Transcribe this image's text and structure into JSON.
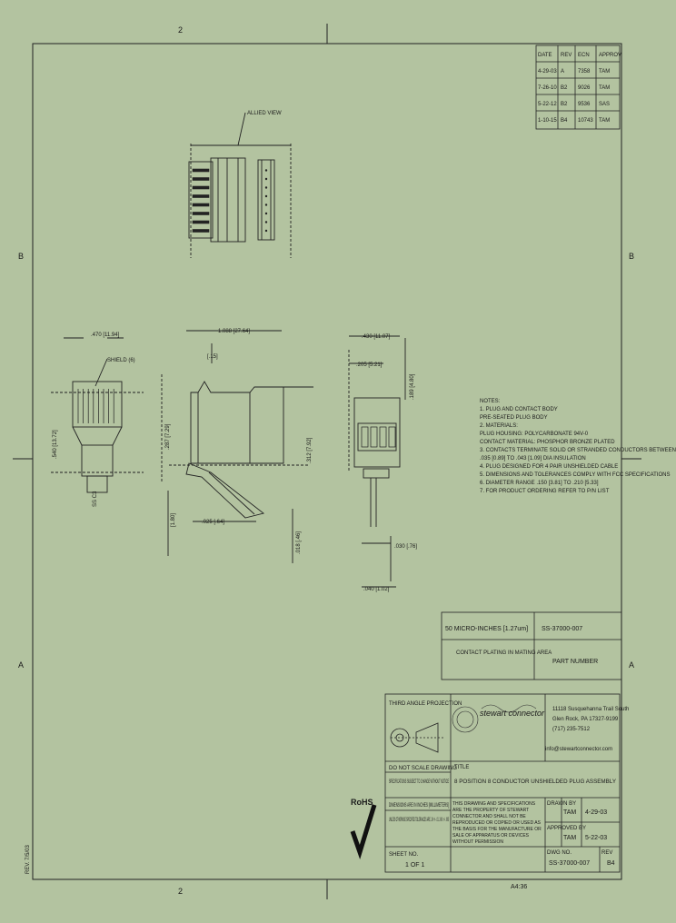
{
  "frame": {
    "zone_top": "2",
    "zone_bottom": "2",
    "zone_left_upper": "B",
    "zone_left_lower": "A",
    "zone_right_upper": "B",
    "zone_right_lower": "A",
    "side_stamp": "REV. 7/5/03"
  },
  "revision_table": {
    "headers": [
      "DATE",
      "REV",
      "ECN",
      "APPROV"
    ],
    "rows": [
      [
        "4-29-03",
        "A",
        "7358",
        "TAM"
      ],
      [
        "7-26-10",
        "B2",
        "9026",
        "TAM"
      ],
      [
        "5-22-12",
        "B2",
        "9536",
        "SAS"
      ],
      [
        "1-10-15",
        "B4",
        "10743",
        "TAM"
      ]
    ]
  },
  "dimensions": {
    "top_view_ref": "ALLIED VIEW",
    "d_length": "1.088 [27.64]",
    "d_length_sub": "[.15]",
    "d_front_width": ".470 [11.94]",
    "d_pitch": "SHIELD (6)",
    "d_body_height": ".287 [7.29]",
    "d_side_height": ".312 [7.92]",
    "d_tab": "[1.80]",
    "d_latch": ".025 [.64]",
    "d_cable": ".018 [.46]",
    "d_right_width": ".430 [11.07]",
    "d_right_sub": ".205 [5.21]",
    "d_right_tall": ".189 [4.80]",
    "d_right_low": ".030 [.76]",
    "d_right_foot": ".040 [1.02]",
    "left_label": ".540 [13.72]",
    "left_mark": "SS C3"
  },
  "notes": {
    "title": "NOTES:",
    "lines": [
      "1.  PLUG AND CONTACT BODY",
      "    PRE-SEATED PLUG BODY",
      "2.  MATERIALS:",
      "    PLUG HOUSING: POLYCARBONATE  94V-0",
      "    CONTACT MATERIAL: PHOSPHOR BRONZE PLATED",
      "3.  CONTACTS TERMINATE SOLID OR STRANDED CONDUCTORS BETWEEN",
      "    .035 [0.89] TO .043 [1.09] DIA INSULATION",
      "4.  PLUG DESIGNED FOR 4 PAIR UNSHIELDED CABLE",
      "5.  DIMENSIONS AND TOLERANCES COMPLY WITH FCC SPECIFICATIONS",
      "6.  DIAMETER RANGE  .150 [3.81] TO .210 [5.33]",
      "7.  FOR PRODUCT ORDERING REFER TO P/N LIST"
    ]
  },
  "plating": {
    "spec": "50 MICRO-INCHES [1.27um]",
    "part_number_value": "SS-37000-007",
    "label": "CONTACT PLATING IN MATING AREA",
    "part_number_label": "PART NUMBER"
  },
  "title_block": {
    "projection": "THIRD ANGLE PROJECTION",
    "company_logo": "stewart connector",
    "company_address": [
      "11118 Susquehanna Trail South",
      "Glen Rock, PA  17327-9199",
      "(717) 235-7512"
    ],
    "company_web": "info@stewartconnector.com",
    "scale_note": "DO NOT SCALE DRAWING",
    "spec_note": "SPECIFICATIONS SUBJECT TO CHANGE WITHOUT NOTICE",
    "units_note": "DIMENSIONS ARE IN INCHES [MILLIMETERS]",
    "tolerance_note": "UNLESS OTHERWISE SPECIFIED TOLERANCES ARE .XX +/- .01  .XXX +/- .005",
    "title_label": "TITLE",
    "title": "8 POSITION 8 CONDUCTOR UNSHIELDED PLUG ASSEMBLY",
    "drawn_label": "DRAWN BY",
    "drawn_by": "TAM",
    "drawn_date": "4-29-03",
    "approved_label": "APPROVED BY",
    "approved_by": "TAM",
    "approved_date": "5-22-03",
    "confidential": "THIS DRAWING AND SPECIFICATIONS ARE THE PROPERTY OF STEWART CONNECTOR AND SHALL NOT BE REPRODUCED OR COPIED OR USED AS THE BASIS FOR THE MANUFACTURE OR SALE OF APPARATUS OR DEVICES WITHOUT PERMISSION",
    "sheet_label": "SHEET NO.",
    "sheet": "1 OF 1",
    "dwg_label": "DWG NO.",
    "dwg_no": "SS-37000-007",
    "rev_label": "REV",
    "rev": "B4",
    "size": "A4:36",
    "rohs": "RoHS"
  }
}
